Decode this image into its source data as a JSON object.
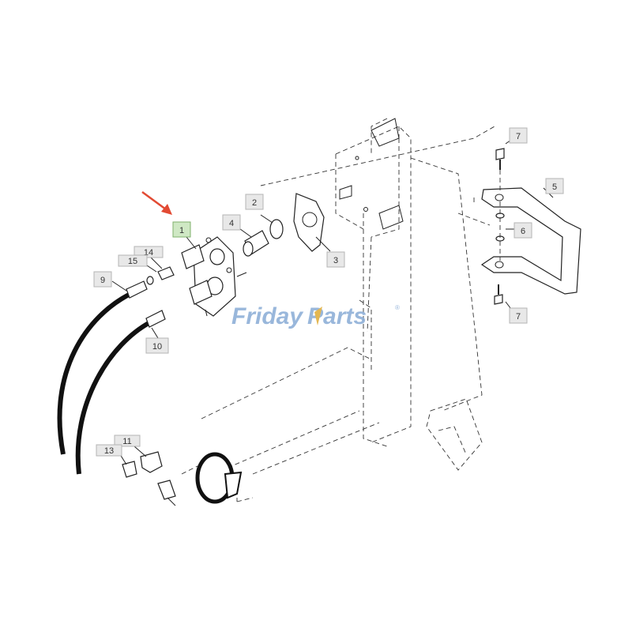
{
  "watermark": {
    "part1": "Friday",
    "part2": "Parts",
    "mark": "®",
    "color": "#8fb0d8",
    "accent": "#e0b040"
  },
  "arrow_color": "#e24a33",
  "highlight_label": "1",
  "callouts": [
    "1",
    "2",
    "3",
    "4",
    "5",
    "6",
    "7",
    "7",
    "9",
    "10",
    "11",
    "13",
    "14",
    "15"
  ]
}
